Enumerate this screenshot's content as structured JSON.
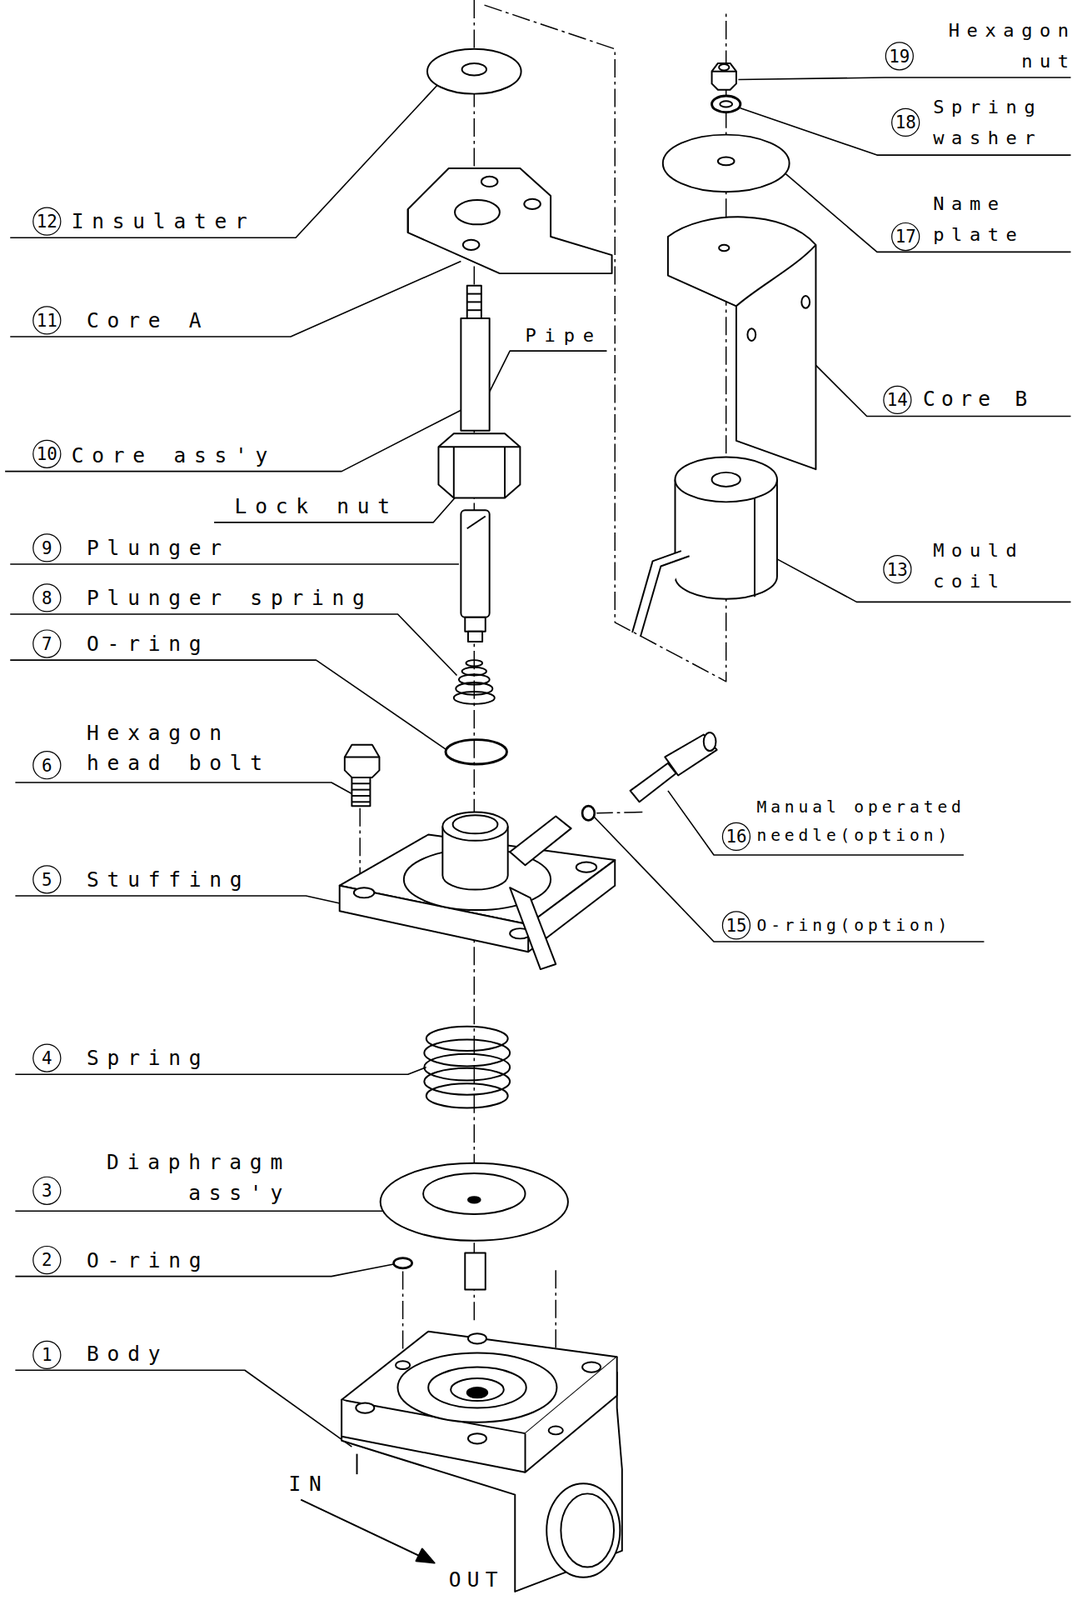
{
  "diagram": {
    "nodes": [
      {
        "text": [
          "19"
        ]
      },
      {
        "text": [
          "18"
        ]
      },
      {
        "text": [
          "12"
        ]
      },
      {
        "text": [
          "17"
        ]
      },
      {
        "text": [
          "11"
        ]
      },
      {
        "text": [
          "14"
        ]
      },
      {
        "text": [
          "10"
        ]
      },
      {
        "text": [
          "9"
        ]
      },
      {
        "text": [
          "13"
        ]
      },
      {
        "text": [
          "8"
        ]
      },
      {
        "text": [
          "7"
        ]
      },
      {
        "text": [
          "6"
        ]
      },
      {
        "text": [
          "16"
        ]
      },
      {
        "text": [
          "5"
        ]
      },
      {
        "text": [
          "15"
        ]
      },
      {
        "text": [
          "4"
        ]
      },
      {
        "text": [
          "3"
        ]
      },
      {
        "text": [
          "2"
        ]
      },
      {
        "text": [
          "1"
        ]
      }
    ],
    "labels": [
      "Hexagon nut",
      "Spring washer",
      "Insulater",
      "Name plate",
      "Core A",
      "Pipe",
      "Core B",
      "Core ass'y",
      "Lock nut",
      "Plunger",
      "Mould coil",
      "Plunger spring",
      "O-ring",
      "Hexagon head bolt",
      "Manual operated needle(option)",
      "Stuffing",
      "O-ring(option)",
      "Spring",
      "Diaphragm ass'y",
      "O-ring",
      "Body",
      "IN",
      "OUT"
    ]
  }
}
